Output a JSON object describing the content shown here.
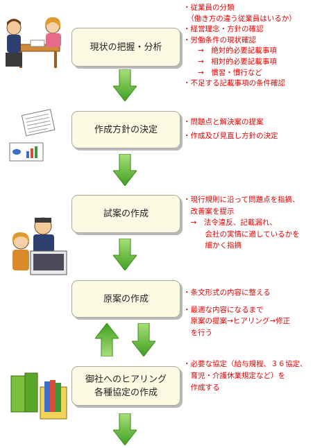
{
  "steps": [
    {
      "label_lines": [
        "現状の把握・分析"
      ]
    },
    {
      "label_lines": [
        "作成方針の決定"
      ]
    },
    {
      "label_lines": [
        "試案の作成"
      ]
    },
    {
      "label_lines": [
        "原案の作成"
      ]
    },
    {
      "label_lines": [
        "御社へのヒアリング",
        "各種協定の作成"
      ]
    }
  ],
  "notes": [
    {
      "lines": [
        "・従業員の分類",
        "　（働き方の違う従業員はいるか）",
        "・経営理念・方針の確認",
        "・労働条件の現状確認",
        "　　→　絶対的必要記載事項",
        "　　→　相対的必要記載事項",
        "　　→　慣習・慣行など",
        "・不足する記載事項の条件確認"
      ]
    },
    {
      "lines": [
        "・問題点と解決案の提案",
        "・作成及び見直し方針の決定"
      ]
    },
    {
      "lines": [
        "・現行規則に沿って問題点を指摘、",
        "　改善案を提示",
        "　→　法令違反、記載漏れ、",
        "　　　会社の実情に適しているかを",
        "　　　細かく指摘"
      ]
    },
    {
      "lines": [
        "・条文形式の内容に整える",
        "",
        "・最適な内容になるまで",
        "　原案の提案→ヒアリング→修正",
        "　を行う"
      ]
    },
    {
      "lines": [
        "・必要な協定（給与規程、３６協定、",
        "　育児・介護休業規定など）を",
        "　作成する"
      ]
    }
  ],
  "colors": {
    "note_text": "#e60000",
    "arrow_green": "#5fc232",
    "box_fill": "#fdfae4"
  }
}
